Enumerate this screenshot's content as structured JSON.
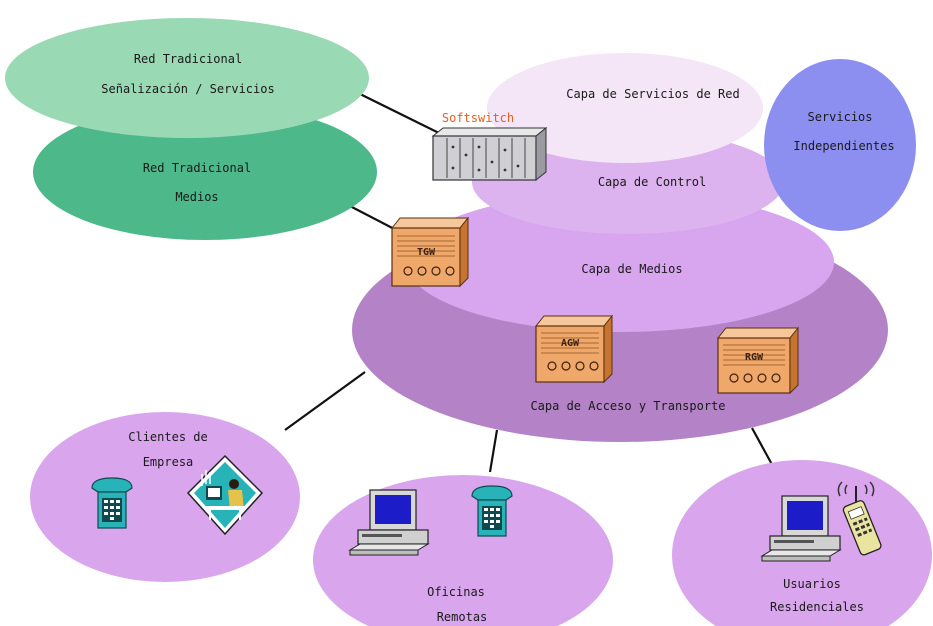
{
  "colors": {
    "red_signal": "#99d9b4",
    "red_media": "#4db889",
    "servicios_red": "#f4e6f6",
    "control": "#ddb3ef",
    "medios": "#d7a6ef",
    "acceso": "#b382c7",
    "independientes": "#8c8ff0",
    "clients": "#d9a6ee",
    "softswitch_label": "#e8601c",
    "gateway": "#f0a86a"
  },
  "nodes": {
    "red_tradicional_senalizacion": {
      "line1": "Red Tradicional",
      "line2": "Señalización / Servicios"
    },
    "red_tradicional_medios": {
      "line1": "Red Tradicional",
      "line2": "Medios"
    },
    "capa_servicios_red": {
      "label": "Capa de Servicios de Red"
    },
    "servicios_independientes": {
      "line1": "Servicios",
      "line2": "Independientes"
    },
    "capa_control": {
      "label": "Capa de Control"
    },
    "capa_medios": {
      "label": "Capa de Medios"
    },
    "capa_acceso_transporte": {
      "label": "Capa de Acceso y Transporte"
    },
    "clientes_empresa": {
      "line1": "Clientes de",
      "line2": "Empresa"
    },
    "oficinas_remotas": {
      "line1": "Oficinas",
      "line2": "Remotas"
    },
    "usuarios_residenciales": {
      "line1": "Usuarios",
      "line2": "Residenciales"
    }
  },
  "devices": {
    "softswitch": {
      "label": "Softswitch"
    },
    "tgw": {
      "label": "TGW"
    },
    "agw": {
      "label": "AGW"
    },
    "rgw": {
      "label": "RGW"
    }
  },
  "icons": [
    "telephone-icon",
    "office-worker-icon",
    "computer-icon",
    "cordless-phone-icon"
  ]
}
